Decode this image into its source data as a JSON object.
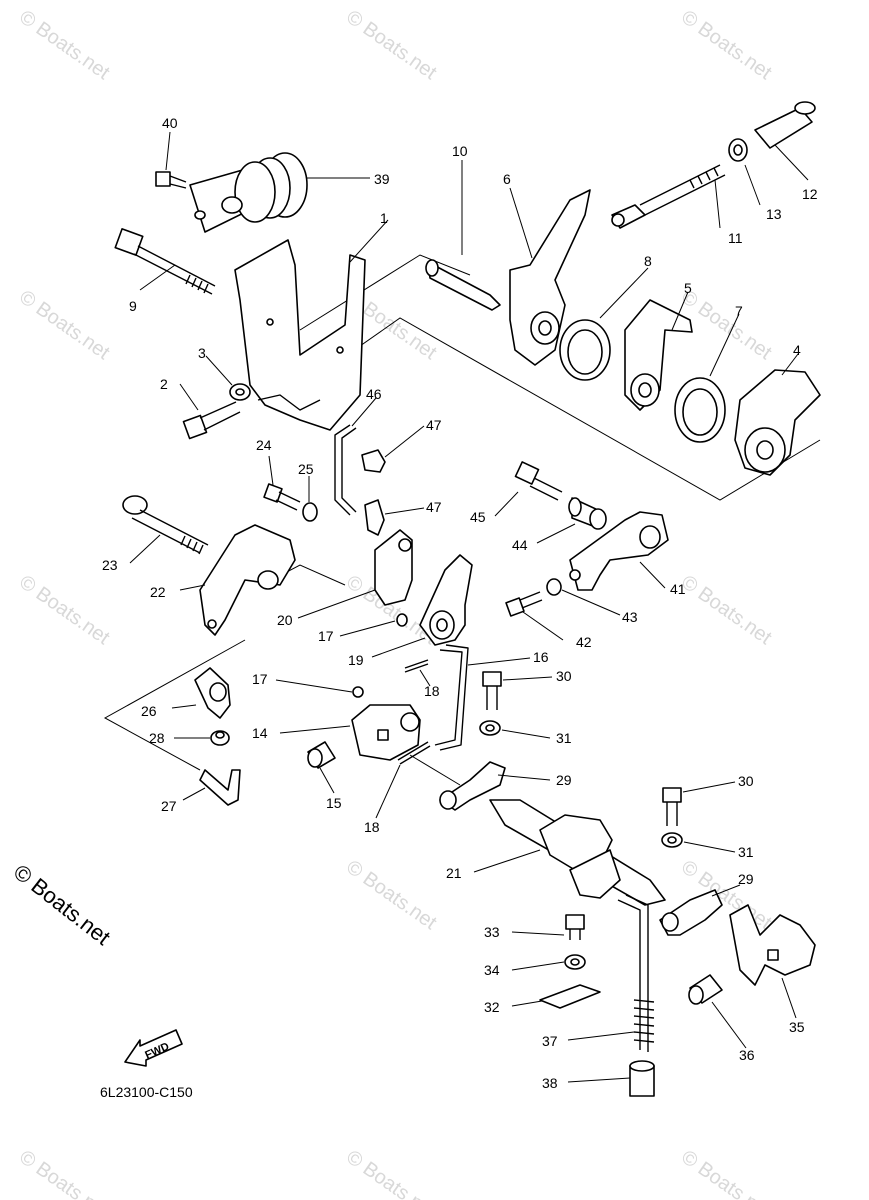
{
  "diagram": {
    "watermark_text": "© Boats.net",
    "copyright_text": "© Boats.net",
    "drawing_code": "6L23100-C150",
    "fwd_label": "FWD",
    "callouts": [
      "1",
      "2",
      "3",
      "4",
      "5",
      "6",
      "7",
      "8",
      "9",
      "10",
      "11",
      "12",
      "13",
      "14",
      "15",
      "16",
      "17",
      "17",
      "18",
      "18",
      "19",
      "20",
      "21",
      "22",
      "23",
      "24",
      "25",
      "26",
      "27",
      "28",
      "29",
      "29",
      "30",
      "30",
      "31",
      "31",
      "32",
      "33",
      "34",
      "35",
      "36",
      "37",
      "38",
      "39",
      "40",
      "41",
      "42",
      "43",
      "44",
      "45",
      "46",
      "47",
      "47"
    ]
  }
}
